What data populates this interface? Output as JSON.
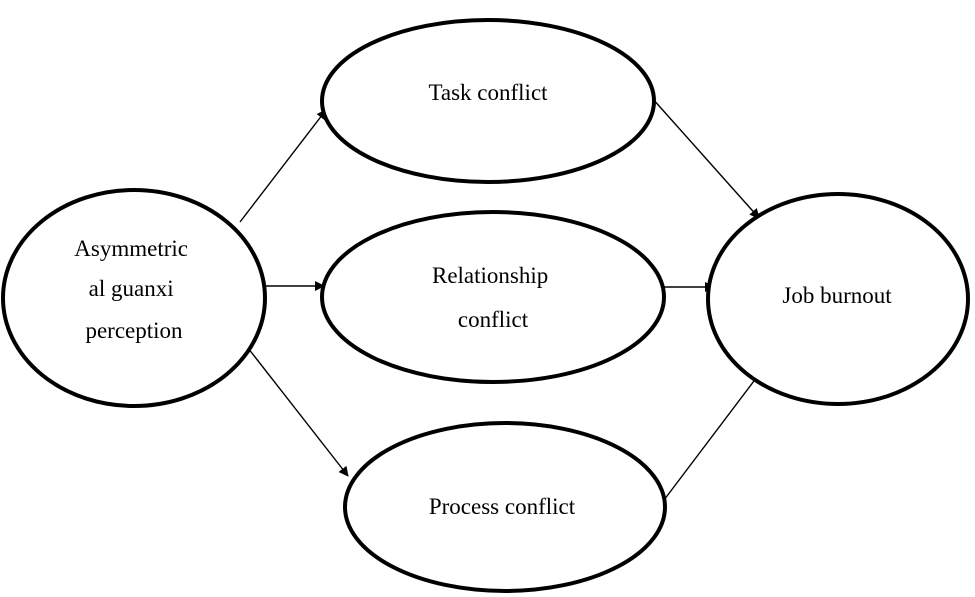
{
  "nodes": {
    "asymmetric": {
      "lines": [
        "Asymmetric",
        "al guanxi",
        "perception"
      ]
    },
    "task": {
      "lines": [
        "Task conflict"
      ]
    },
    "relationship": {
      "lines": [
        "Relationship",
        "conflict"
      ]
    },
    "process": {
      "lines": [
        "Process conflict"
      ]
    },
    "burnout": {
      "lines": [
        "Job burnout"
      ]
    }
  },
  "edges": [
    {
      "from": "asymmetric",
      "to": "task"
    },
    {
      "from": "asymmetric",
      "to": "relationship"
    },
    {
      "from": "asymmetric",
      "to": "process"
    },
    {
      "from": "task",
      "to": "burnout"
    },
    {
      "from": "relationship",
      "to": "burnout"
    },
    {
      "from": "process",
      "to": "burnout"
    }
  ]
}
